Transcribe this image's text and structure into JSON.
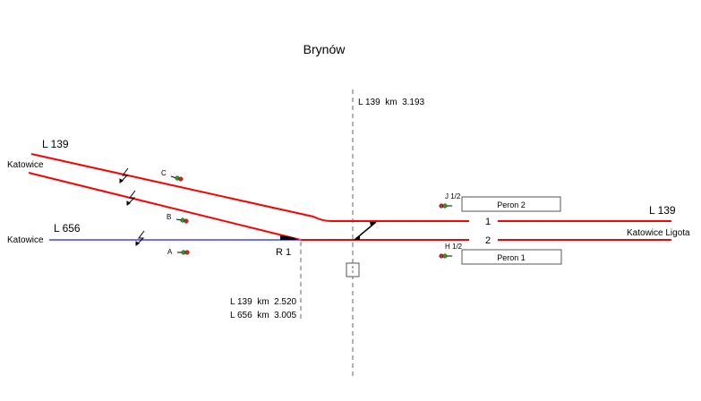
{
  "title": "Brynów",
  "km_markers": {
    "top": "L 139  km  3.193",
    "bottom_line1": "L 139  km  2.520",
    "bottom_line2": "L 656  km  3.005"
  },
  "lines": {
    "left_upper_line": "L 139",
    "left_upper_destination": "Katowice",
    "left_lower_line": "L 656",
    "left_lower_destination": "Katowice",
    "right_line": "L 139",
    "right_destination": "Katowice Ligota"
  },
  "switch_label": "R 1",
  "tracks": [
    "1",
    "2"
  ],
  "platforms": [
    "Peron 2",
    "Peron 1"
  ],
  "signals": {
    "c": "C",
    "b": "B",
    "a": "A",
    "j": "J 1/2",
    "h": "H 1/2"
  },
  "colors": {
    "track": "#ff0000",
    "line656": "#7070ff",
    "signal_red": "#e02020",
    "signal_green": "#20a020"
  }
}
